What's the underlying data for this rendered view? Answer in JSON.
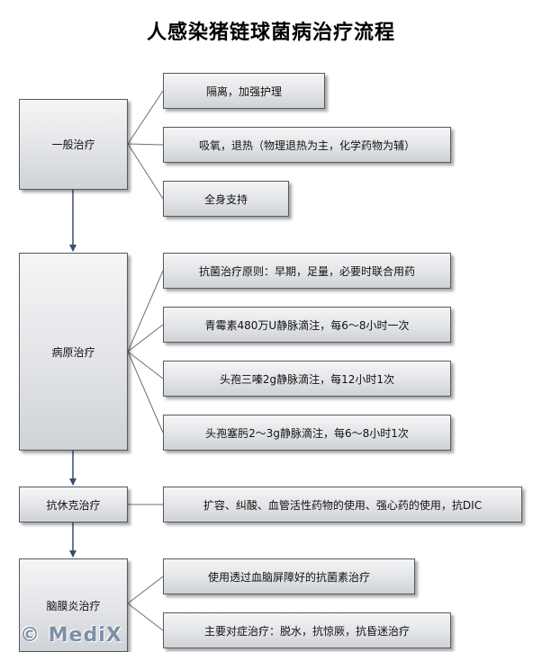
{
  "title": "人感染猪链球菌病治疗流程",
  "stages": [
    {
      "label": "一般治疗",
      "items": [
        "隔离，加强护理",
        "吸氧，退热（物理退热为主，化学药物为辅）",
        "全身支持"
      ]
    },
    {
      "label": "病原治疗",
      "items": [
        "抗菌治疗原则：早期，足量，必要时联合用药",
        "青霉素480万U静脉滴注，每6～8小时一次",
        "头孢三嗪2g静脉滴注，每12小时1次",
        "头孢塞肟2～3g静脉滴注，每6～8小时1次"
      ]
    },
    {
      "label": "抗休克治疗",
      "items": [
        "扩容、纠酸、血管活性药物的使用、强心药的使用，抗DIC"
      ]
    },
    {
      "label": "脑膜炎治疗",
      "items": [
        "使用透过血脑屏障好的抗菌素治疗",
        "主要对症治疗：脱水，抗惊厥，抗昏迷治疗"
      ]
    }
  ],
  "watermark": "© MediX"
}
